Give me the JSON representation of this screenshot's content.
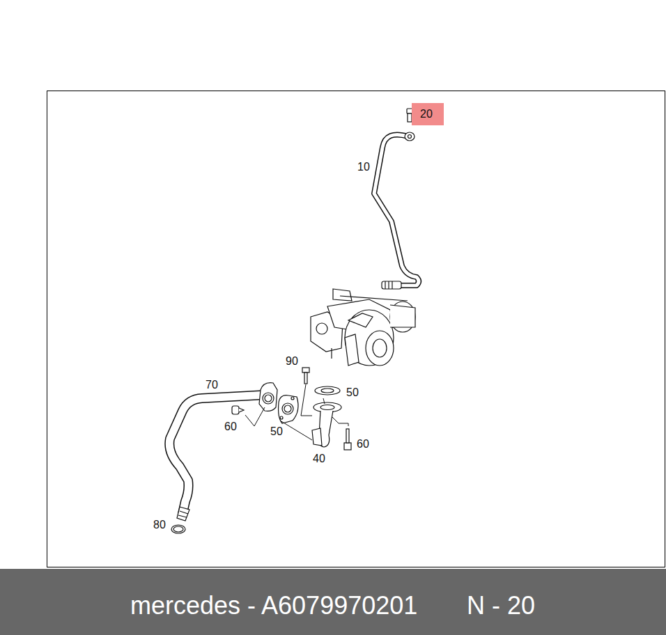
{
  "diagram": {
    "nodes": [
      {
        "text": [
          "20"
        ]
      },
      {
        "text": [
          "mercedes - A6079970201",
          "N - 20"
        ]
      }
    ],
    "labels": [
      "10",
      "90",
      "70",
      "50",
      "60",
      "50",
      "60",
      "40",
      "80"
    ]
  }
}
